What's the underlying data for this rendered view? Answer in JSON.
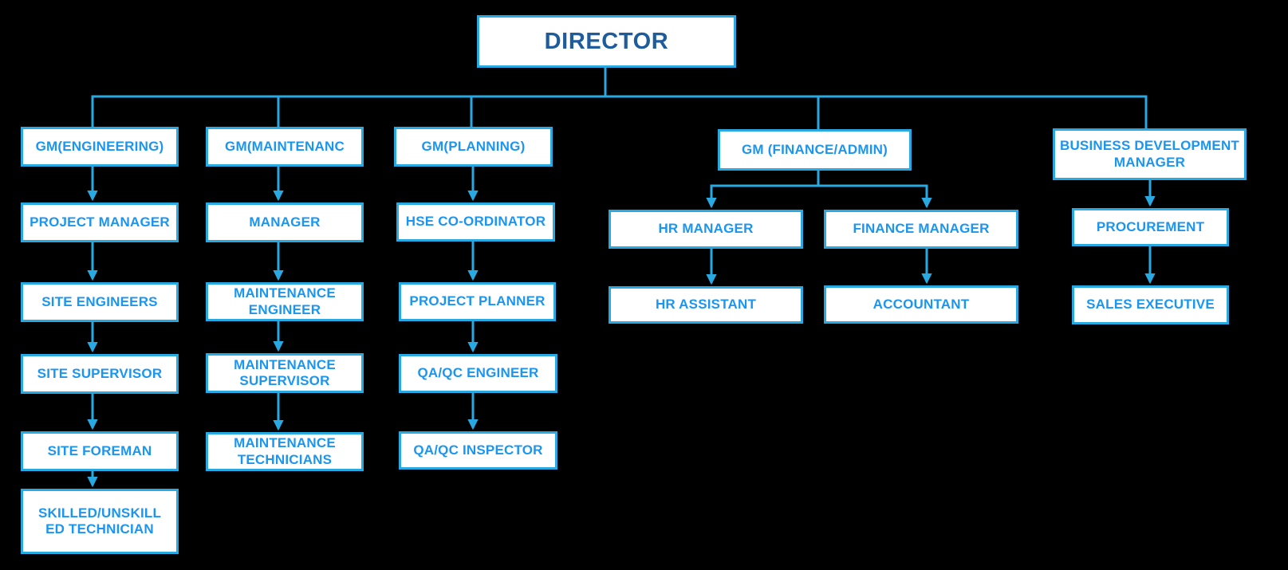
{
  "colors": {
    "background": "#000000",
    "box_fill": "#FFFFFF",
    "box_border": "#29A9E1",
    "label_color": "#1B96F0",
    "director_color": "#1F5C9B",
    "connector": "#29A9E1"
  },
  "nodes": {
    "director": "DIRECTOR",
    "gm_engineering": "GM(ENGINEERING)",
    "project_manager": "PROJECT MANAGER",
    "site_engineers": "SITE ENGINEERS",
    "site_supervisor": "SITE SUPERVISOR",
    "site_foreman": "SITE FOREMAN",
    "skilled_unskilled_technician": "SKILLED/UNSKILL\nED TECHNICIAN",
    "gm_maintenance": "GM(MAINTENANC",
    "manager": "MANAGER",
    "maintenance_engineer": "MAINTENANCE\nENGINEER",
    "maintenance_supervisor": "MAINTENANCE\nSUPERVISOR",
    "maintenance_technicians": "MAINTENANCE\nTECHNICIANS",
    "gm_planning": "GM(PLANNING)",
    "hse_coordinator": "HSE CO-ORDINATOR",
    "project_planner": "PROJECT PLANNER",
    "qaqc_engineer": "QA/QC ENGINEER",
    "qaqc_inspector": "QA/QC INSPECTOR",
    "gm_finance_admin": "GM (FINANCE/ADMIN)",
    "hr_manager": "HR MANAGER",
    "finance_manager": "FINANCE MANAGER",
    "hr_assistant": "HR ASSISTANT",
    "accountant": "ACCOUNTANT",
    "business_dev_manager": "BUSINESS DEVELOPMENT\nMANAGER",
    "procurement": "PROCUREMENT",
    "sales_executive": "SALES EXECUTIVE"
  },
  "edges": [
    {
      "from": "director",
      "to": "gm_engineering"
    },
    {
      "from": "director",
      "to": "gm_maintenance"
    },
    {
      "from": "director",
      "to": "gm_planning"
    },
    {
      "from": "director",
      "to": "gm_finance_admin"
    },
    {
      "from": "director",
      "to": "business_dev_manager"
    },
    {
      "from": "gm_engineering",
      "to": "project_manager"
    },
    {
      "from": "project_manager",
      "to": "site_engineers"
    },
    {
      "from": "site_engineers",
      "to": "site_supervisor"
    },
    {
      "from": "site_supervisor",
      "to": "site_foreman"
    },
    {
      "from": "site_foreman",
      "to": "skilled_unskilled_technician"
    },
    {
      "from": "gm_maintenance",
      "to": "manager"
    },
    {
      "from": "manager",
      "to": "maintenance_engineer"
    },
    {
      "from": "maintenance_engineer",
      "to": "maintenance_supervisor"
    },
    {
      "from": "maintenance_supervisor",
      "to": "maintenance_technicians"
    },
    {
      "from": "gm_planning",
      "to": "hse_coordinator"
    },
    {
      "from": "hse_coordinator",
      "to": "project_planner"
    },
    {
      "from": "project_planner",
      "to": "qaqc_engineer"
    },
    {
      "from": "qaqc_engineer",
      "to": "qaqc_inspector"
    },
    {
      "from": "gm_finance_admin",
      "to": "hr_manager"
    },
    {
      "from": "gm_finance_admin",
      "to": "finance_manager"
    },
    {
      "from": "hr_manager",
      "to": "hr_assistant"
    },
    {
      "from": "finance_manager",
      "to": "accountant"
    },
    {
      "from": "business_dev_manager",
      "to": "procurement"
    },
    {
      "from": "procurement",
      "to": "sales_executive"
    }
  ]
}
